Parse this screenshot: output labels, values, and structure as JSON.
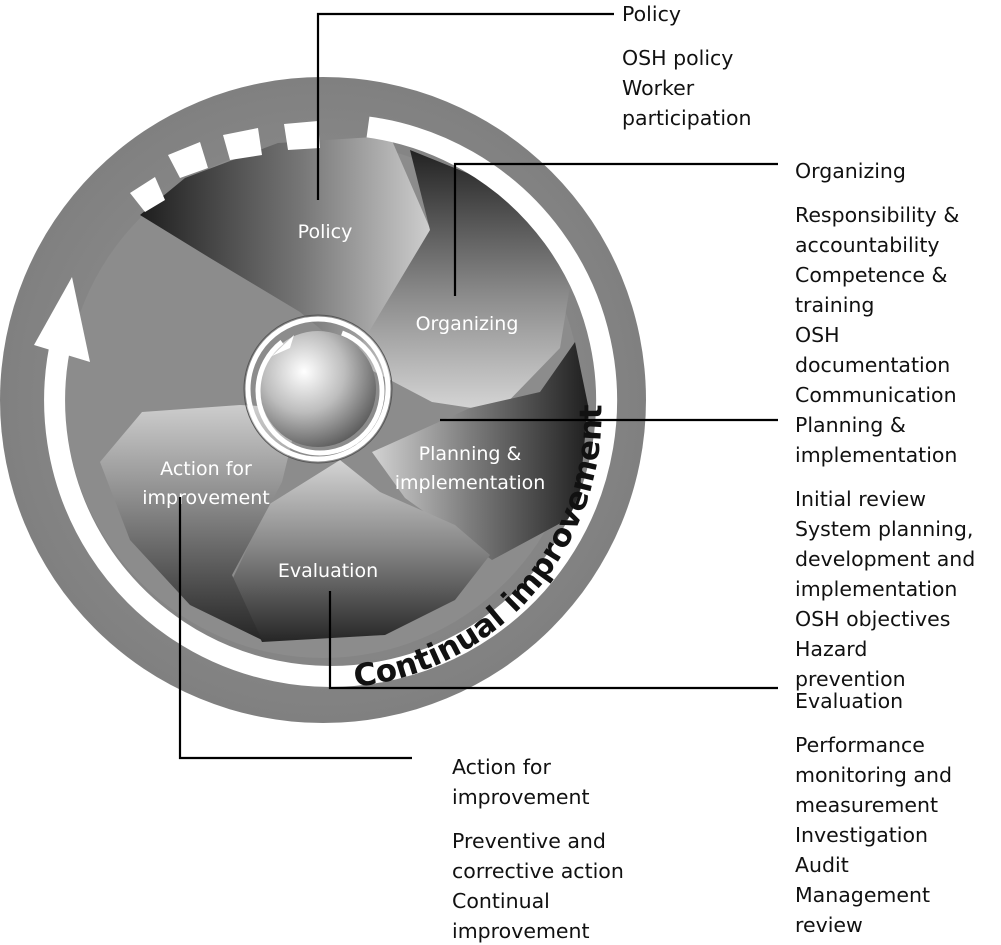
{
  "wheel": {
    "center_label": "",
    "ring_label": "Continual improvement",
    "segments": [
      {
        "id": "policy",
        "label": "Policy"
      },
      {
        "id": "organizing",
        "label": "Organizing"
      },
      {
        "id": "planning",
        "label": "Planning & implementation"
      },
      {
        "id": "evaluation",
        "label": "Evaluation"
      },
      {
        "id": "action",
        "label": "Action for improvement"
      }
    ]
  },
  "panels": {
    "policy": {
      "title": "Policy",
      "items": [
        "OSH policy",
        "Worker participation"
      ]
    },
    "organizing": {
      "title": "Organizing",
      "items": [
        "Responsibility & accountability",
        "Competence & training",
        "OSH documentation",
        "Communication"
      ]
    },
    "planning": {
      "title": "Planning & implementation",
      "items": [
        "Initial review",
        "System planning, development and implementation",
        "OSH objectives",
        "Hazard prevention"
      ]
    },
    "evaluation": {
      "title": "Evaluation",
      "items": [
        "Performance monitoring and measurement",
        "Investigation",
        "Audit",
        "Management review"
      ]
    },
    "action": {
      "title": "Action for improvement",
      "items": [
        "Preventive and corrective action",
        "Continual improvement"
      ]
    }
  },
  "colors": {
    "outer_ring": "#8f8f8f",
    "ring_arrow": "#ffffff",
    "blade_light": "#dcdcdc",
    "blade_dark": "#1e1e1e",
    "leader_line": "#000000",
    "text": "#111111"
  }
}
